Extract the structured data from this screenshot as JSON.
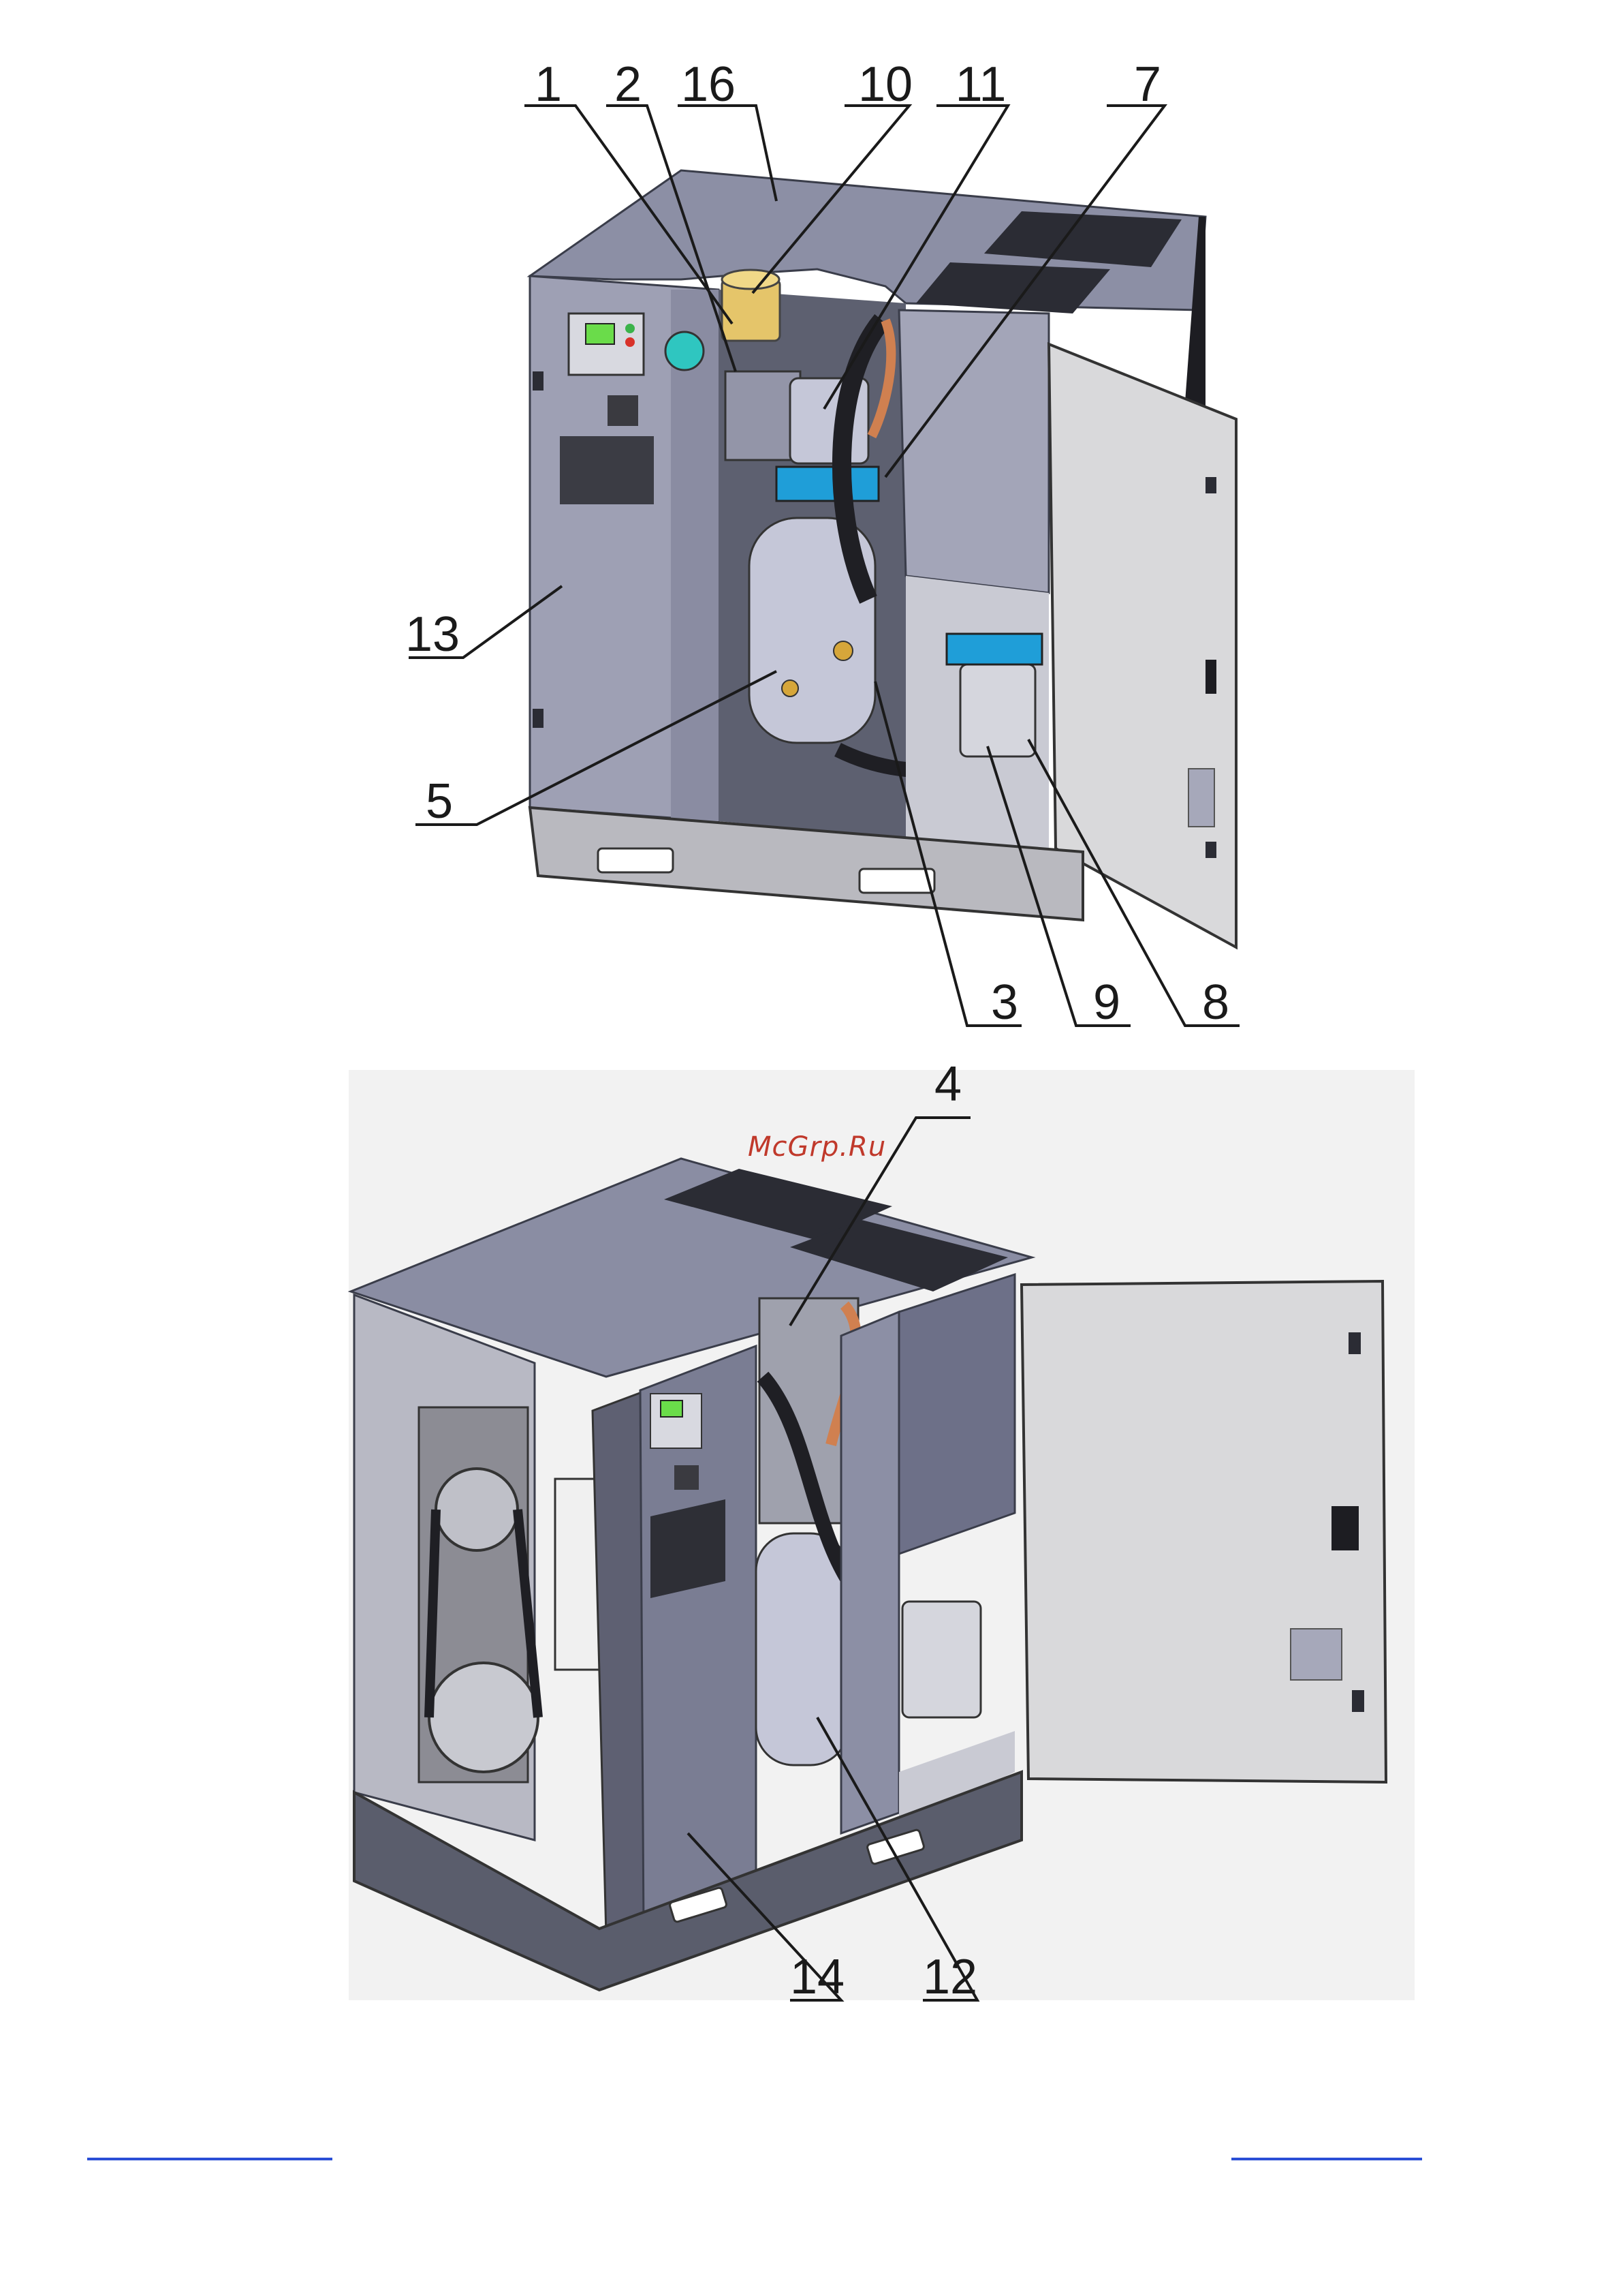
{
  "watermark": "McGrp.Ru",
  "figure_top": {
    "callouts": [
      "1",
      "2",
      "16",
      "10",
      "11",
      "7",
      "13",
      "5",
      "3",
      "9",
      "8"
    ]
  },
  "figure_bottom": {
    "callouts": [
      "4",
      "14",
      "12"
    ]
  },
  "colors": {
    "panel": "#9ea0b4",
    "panel_dark": "#6d7088",
    "door": "#d9d9db",
    "base": "#b9b9bf",
    "background_bottom": "#f2f2f2",
    "tank": "#c5c7d8",
    "accent_cyan": "#2fc6c0",
    "hose": "#1f1f24",
    "copper": "#d08050"
  }
}
